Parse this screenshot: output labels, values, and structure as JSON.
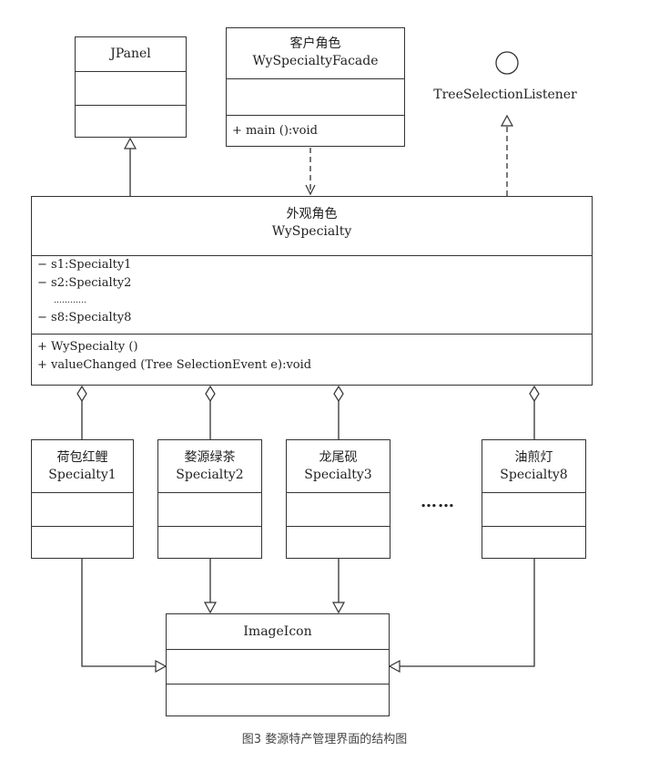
{
  "jpanel": {
    "name": "JPanel"
  },
  "facade": {
    "role": "客户角色",
    "name": "WySpecialtyFacade",
    "method": "+ main ():void"
  },
  "listener": {
    "name": "TreeSelectionListener"
  },
  "wy": {
    "role": "外观角色",
    "name": "WySpecialty",
    "attrs": [
      "− s1:Specialty1",
      "− s2:Specialty2",
      "…………",
      "− s8:Specialty8"
    ],
    "methods": [
      "+ WySpecialty ()",
      "+ valueChanged (Tree SelectionEvent e):void"
    ]
  },
  "specialties": [
    {
      "role": "荷包红鲤",
      "name": "Specialty1"
    },
    {
      "role": "婺源绿茶",
      "name": "Specialty2"
    },
    {
      "role": "龙尾砚",
      "name": "Specialty3"
    },
    {
      "role": "油煎灯",
      "name": "Specialty8"
    }
  ],
  "ellipsis": "……",
  "imageicon": {
    "name": "ImageIcon"
  },
  "caption": "图3 婺源特产管理界面的结构图"
}
